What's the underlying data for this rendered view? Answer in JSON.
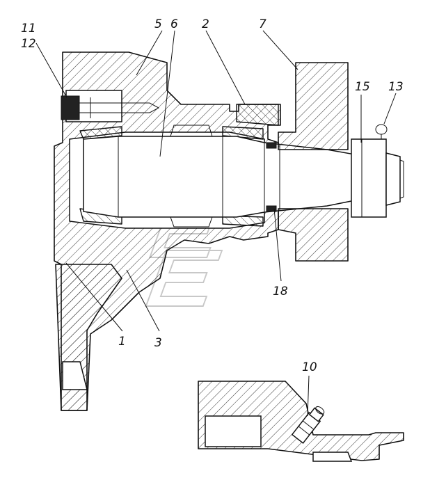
{
  "drawing": {
    "type": "sectional assembly drawing",
    "callouts": [
      {
        "id": "c11",
        "text": "11"
      },
      {
        "id": "c12",
        "text": "12"
      },
      {
        "id": "c5",
        "text": "5"
      },
      {
        "id": "c6",
        "text": "6"
      },
      {
        "id": "c2",
        "text": "2"
      },
      {
        "id": "c7",
        "text": "7"
      },
      {
        "id": "c15",
        "text": "15"
      },
      {
        "id": "c13",
        "text": "13"
      },
      {
        "id": "c18",
        "text": "18"
      },
      {
        "id": "c1",
        "text": "1"
      },
      {
        "id": "c3",
        "text": "3"
      },
      {
        "id": "c10",
        "text": "10"
      }
    ],
    "watermark": "E"
  }
}
